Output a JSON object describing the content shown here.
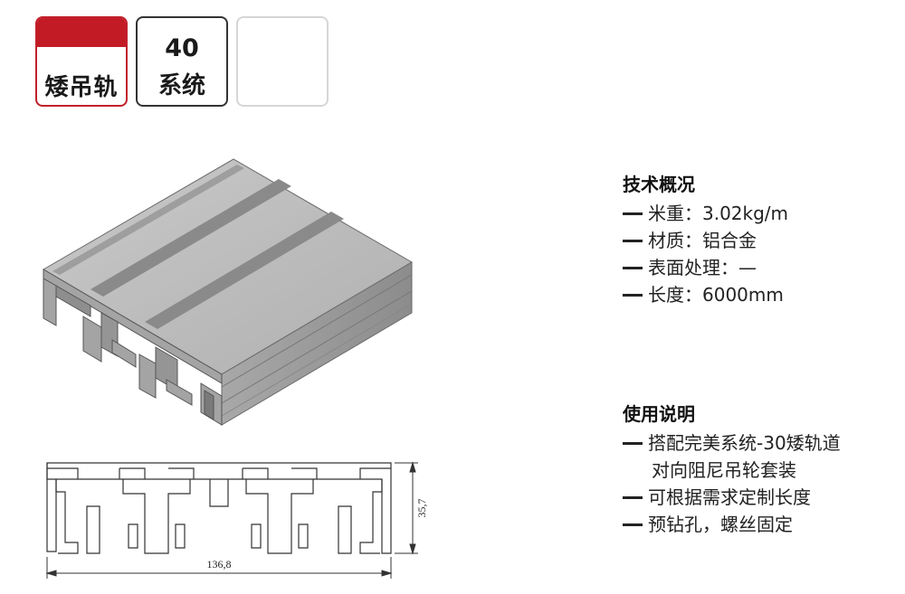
{
  "tags": {
    "type_label": "矮吊轨",
    "system_number": "40",
    "system_word": "系统"
  },
  "tech": {
    "title": "技术概况",
    "lines": [
      "米重：3.02kg/m",
      "材质：铝合金",
      "表面处理：—",
      "长度：6000mm"
    ]
  },
  "usage": {
    "title": "使用说明",
    "lines": [
      "搭配完美系统-30矮轨道",
      "对向阻尼吊轮套装",
      "可根据需求定制长度",
      "预钻孔，螺丝固定"
    ]
  },
  "drawing": {
    "width_dim": "136,8",
    "height_dim": "35,7"
  },
  "colors": {
    "accent_red": "#c21b26",
    "profile_light": "#b9b9b9",
    "profile_mid": "#9a9a9a",
    "profile_dark": "#5a5a5a"
  }
}
